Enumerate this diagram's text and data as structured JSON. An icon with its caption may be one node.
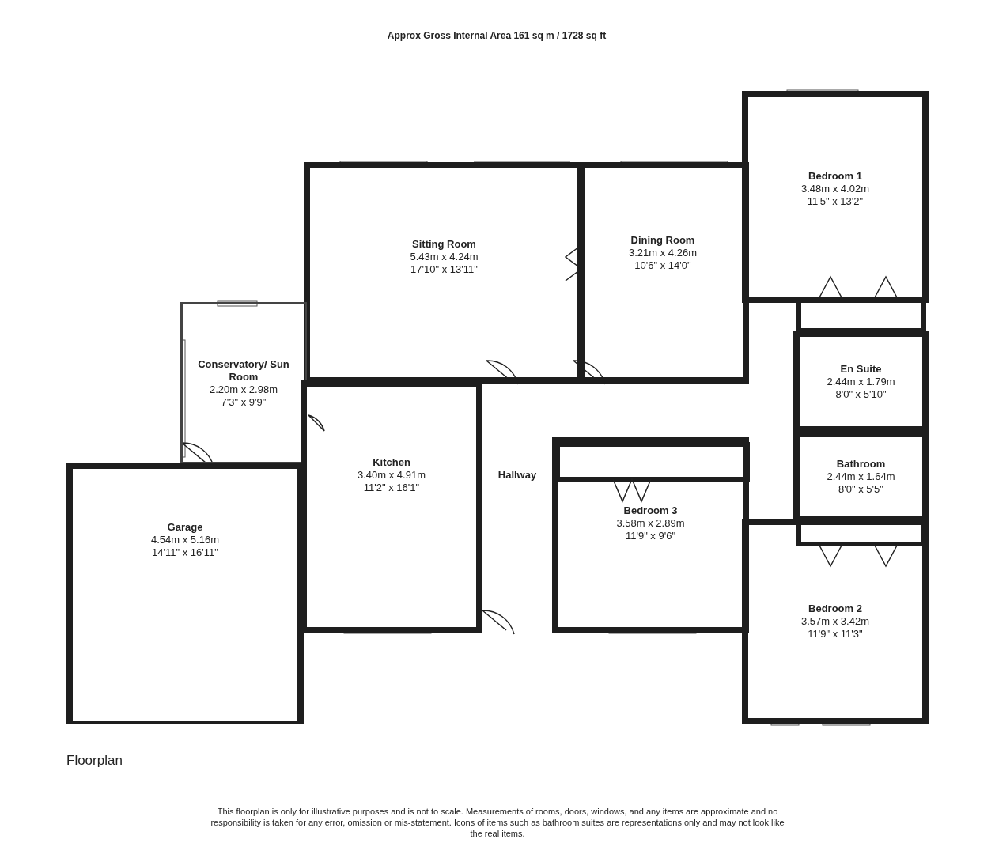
{
  "diagram": {
    "title": "Approx Gross Internal Area 161 sq m / 1728 sq ft",
    "caption": "This floorplan is only for illustrative purposes and is not to scale. Measurements of rooms, doors, windows, and any items are approximate and no responsibility is taken for any error, omission or mis-statement. Icons of items such as bathroom suites are representations only and may not look like the real items.",
    "nodes": [
      {
        "text": [
          "Bedroom 1",
          "3.48m x 4.02m",
          "11'5\" x 13'2\""
        ]
      },
      {
        "text": [
          "Sitting Room",
          "5.43m x 4.24m",
          "17'10\" x 13'11\""
        ]
      },
      {
        "text": [
          "Dining Room",
          "3.21m x 4.26m",
          "10'6\" x 14'0\""
        ]
      },
      {
        "text": [
          "Conservatory/ Sun Room",
          "2.20m x 2.98m",
          "7'3\" x 9'9\""
        ]
      },
      {
        "text": [
          "En Suite",
          "2.44m x 1.79m",
          "8'0\" x 5'10\""
        ]
      },
      {
        "text": [
          "Bathroom",
          "2.44m x 1.64m",
          "8'0\" x 5'5\""
        ]
      },
      {
        "text": [
          "Kitchen",
          "3.40m x 4.91m",
          "11'2\" x 16'1\""
        ]
      },
      {
        "text": [
          "Hallway"
        ]
      },
      {
        "text": [
          "Garage",
          "4.54m x 5.16m",
          "14'11\" x 16'11\""
        ]
      },
      {
        "text": [
          "Bedroom 3",
          "3.58m x 2.89m",
          "11'9\" x 9'6\""
        ]
      },
      {
        "text": [
          "Bedroom 2",
          "3.57m x 3.42m",
          "11'9\" x 11'3\""
        ]
      }
    ],
    "labels": [
      "Floorplan"
    ]
  }
}
